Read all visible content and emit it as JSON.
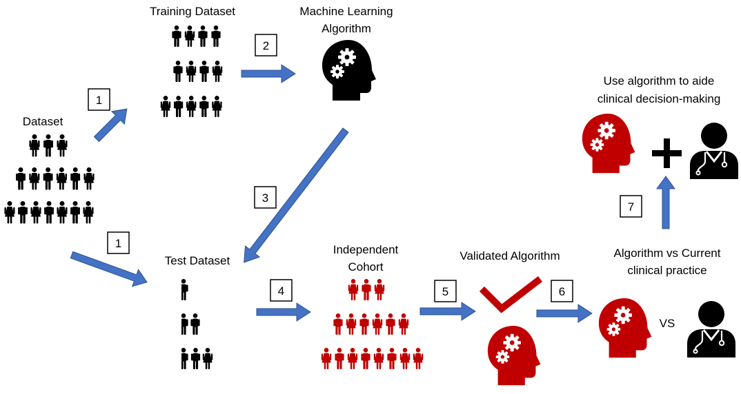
{
  "labels": {
    "dataset": "Dataset",
    "training": "Training Dataset",
    "ml_1": "Machine Learning",
    "ml_2": "Algorithm",
    "test": "Test Dataset",
    "cohort_1": "Independent",
    "cohort_2": "Cohort",
    "validated": "Validated Algorithm",
    "use_1": "Use algorithm to aide",
    "use_2": "clinical decision-making",
    "compare_1": "Algorithm vs Current",
    "compare_2": "clinical practice",
    "vs": "VS"
  },
  "steps": [
    "1",
    "2",
    "3",
    "4",
    "5",
    "6",
    "7"
  ],
  "colors": {
    "arrow": "#4472C4",
    "arrow_stroke": "#2F528F",
    "black": "#000000",
    "red": "#C00000",
    "white": "#FFFFFF"
  },
  "icons": {
    "person": "person-icon",
    "ml_head": "ml-head-icon",
    "doctor": "doctor-icon",
    "check": "checkmark-icon",
    "plus": "plus-icon"
  }
}
